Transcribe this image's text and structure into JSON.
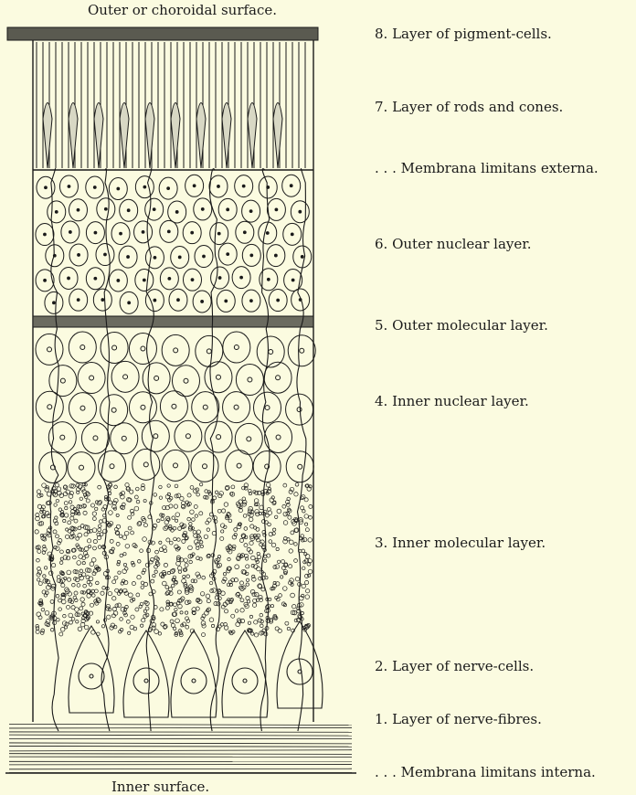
{
  "captions": {
    "top": "Outer or choroidal surface.",
    "bottom": "Inner surface."
  },
  "layers": [
    {
      "number": "8.",
      "name": "Layer of pigment-cells."
    },
    {
      "number": "7.",
      "name": "Layer of rods and cones."
    },
    {
      "number": ". . .",
      "name": "Membrana limitans externa."
    },
    {
      "number": "6.",
      "name": "Outer nuclear layer."
    },
    {
      "number": "5.",
      "name": "Outer molecular layer."
    },
    {
      "number": "4.",
      "name": "Inner nuclear layer."
    },
    {
      "number": "3.",
      "name": "Inner molecular layer."
    },
    {
      "number": "2.",
      "name": "Layer of nerve-cells."
    },
    {
      "number": "1.",
      "name": "Layer of nerve-fibres."
    },
    {
      "number": ". . .",
      "name": "Membrana limitans interna."
    }
  ],
  "colors": {
    "background": "#fbfbe0",
    "ink": "#1a1a1a"
  }
}
